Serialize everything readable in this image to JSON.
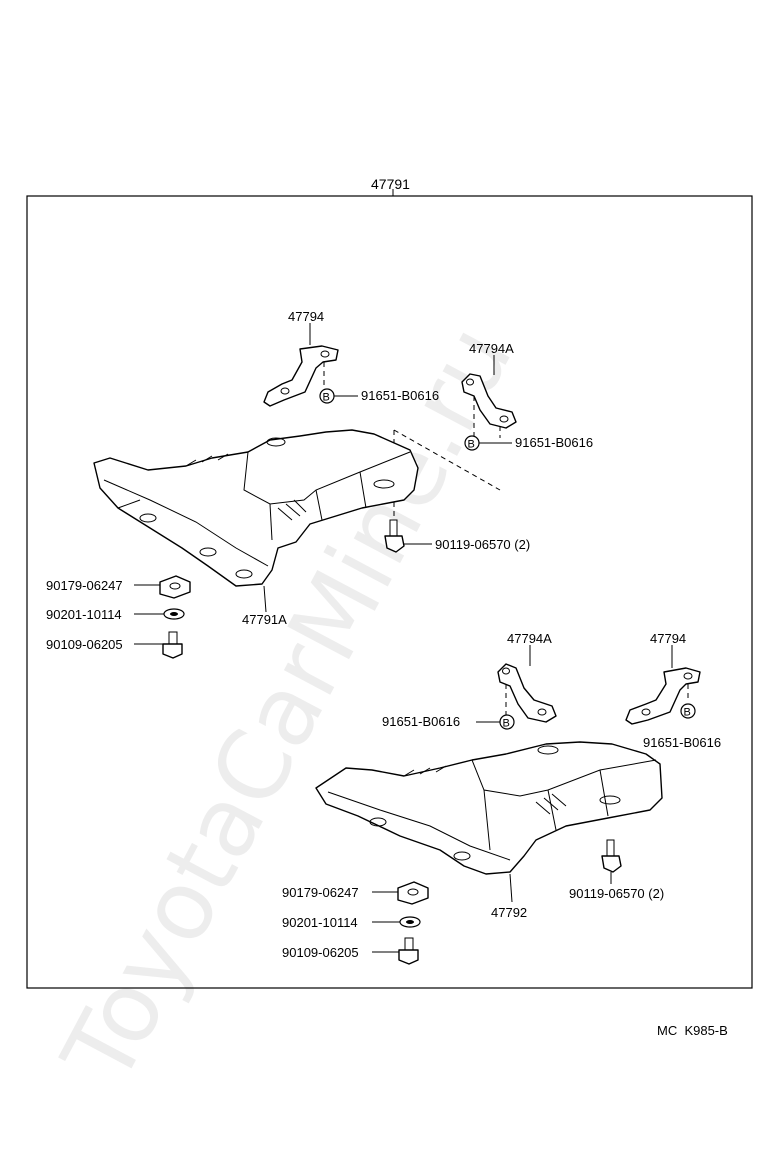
{
  "watermark": "ToyotaCarMine.ru",
  "assembly_label": "47791",
  "footer_code": "MC  K985-B",
  "bolt_marker": "B",
  "upper_group": {
    "bracket_left": "47794",
    "bracket_right": "47794A",
    "bolt_left": "91651-B0616",
    "bolt_right": "91651-B0616",
    "screw": "90119-06570 (2)",
    "cover": "47791A",
    "nut": "90179-06247",
    "washer": "90201-10114",
    "pin": "90109-06205"
  },
  "lower_group": {
    "bracket_left": "47794A",
    "bracket_right": "47794",
    "bolt_left": "91651-B0616",
    "bolt_right": "91651-B0616",
    "screw": "90119-06570 (2)",
    "cover": "47792",
    "nut": "90179-06247",
    "washer": "90201-10114",
    "pin": "90109-06205"
  }
}
